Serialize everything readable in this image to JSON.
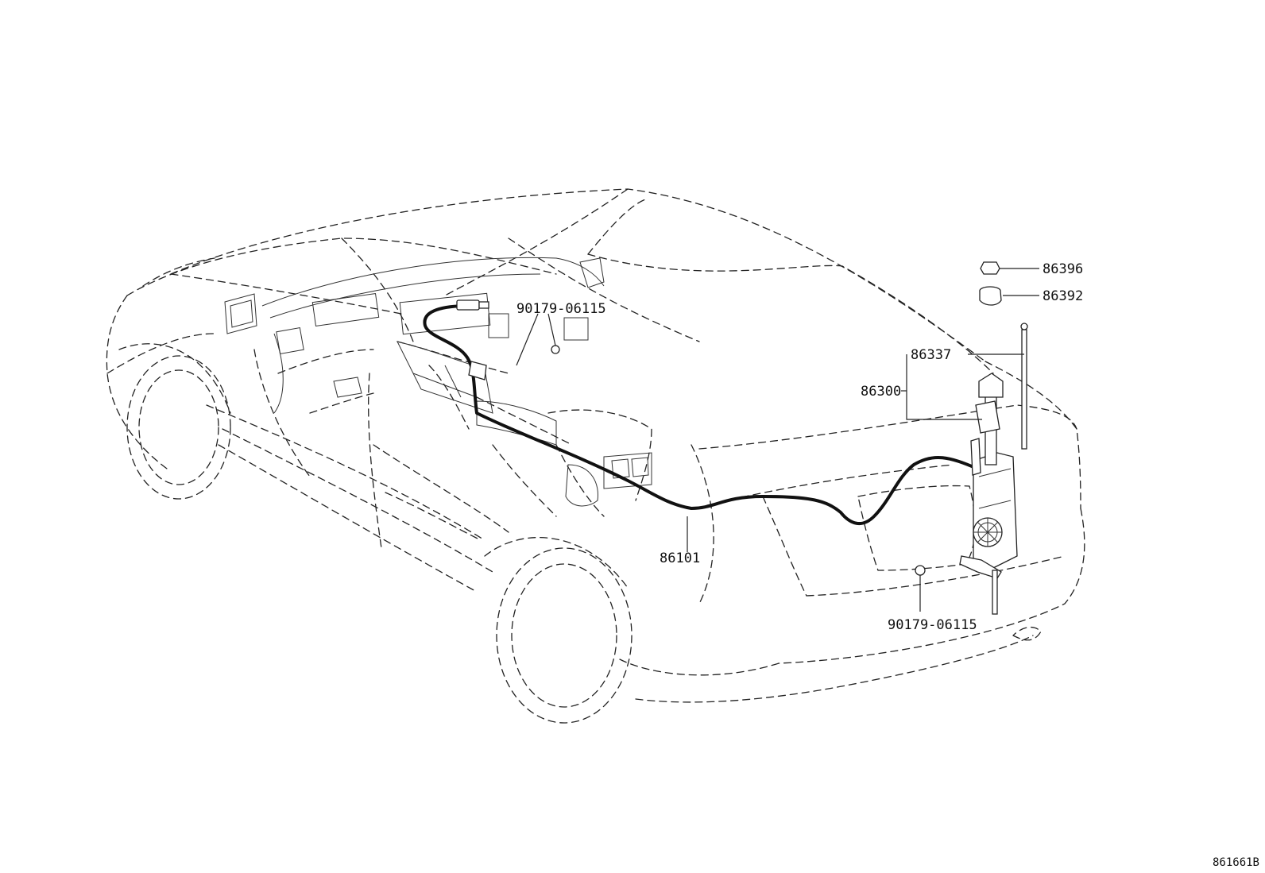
{
  "parts": {
    "p86396": "86396",
    "p86392": "86392",
    "p86337": "86337",
    "p86300": "86300",
    "p86101": "86101",
    "p90179_front": "90179-06115",
    "p90179_rear": "90179-06115"
  },
  "diagram_code": "861661B"
}
